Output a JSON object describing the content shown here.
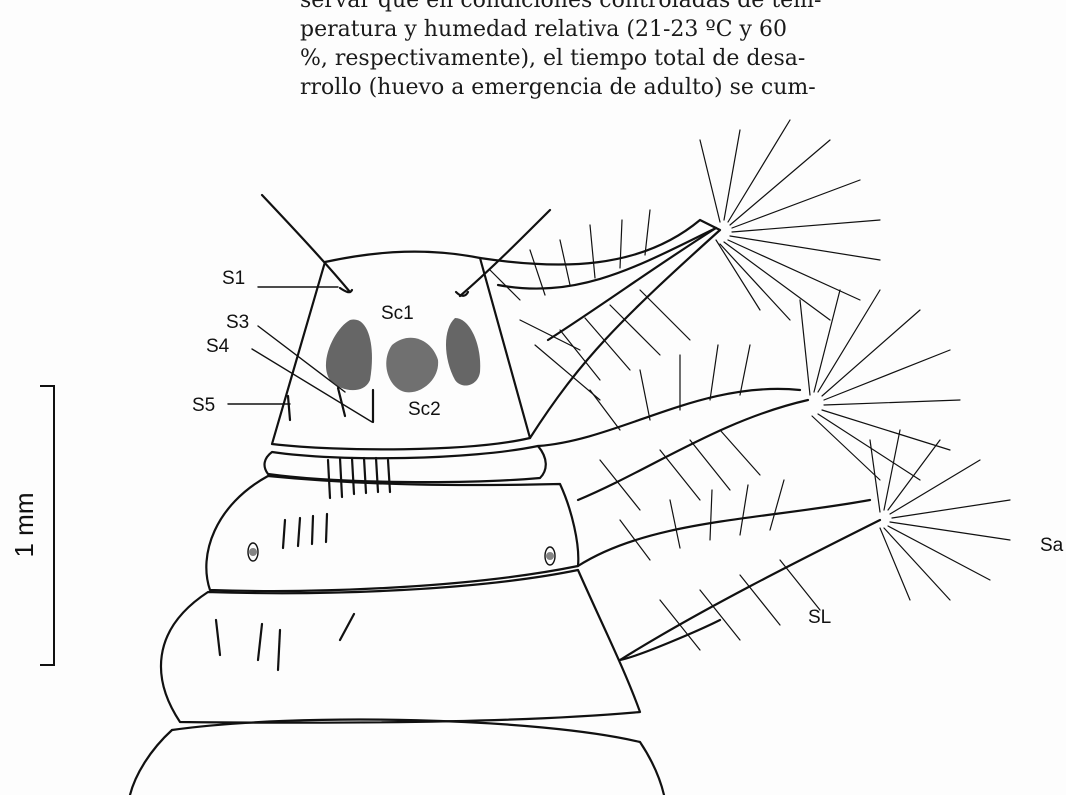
{
  "text": {
    "lines": [
      "servar que en condiciones controladas de tem-",
      "peratura y humedad relativa (21-23 ºC y 60",
      "%, respectivamente), el tiempo total de desa-",
      "rrollo (huevo a emergencia de adulto) se cum-"
    ]
  },
  "figure": {
    "labels": {
      "s1": "S1",
      "s3": "S3",
      "s4": "S4",
      "s5": "S5",
      "sc1": "Sc1",
      "sc2": "Sc2",
      "sa": "Sa",
      "sl": "SL"
    },
    "scale_bar": {
      "label": "1 mm"
    }
  },
  "colors": {
    "ink": "#111111",
    "stipple": "#333333"
  }
}
